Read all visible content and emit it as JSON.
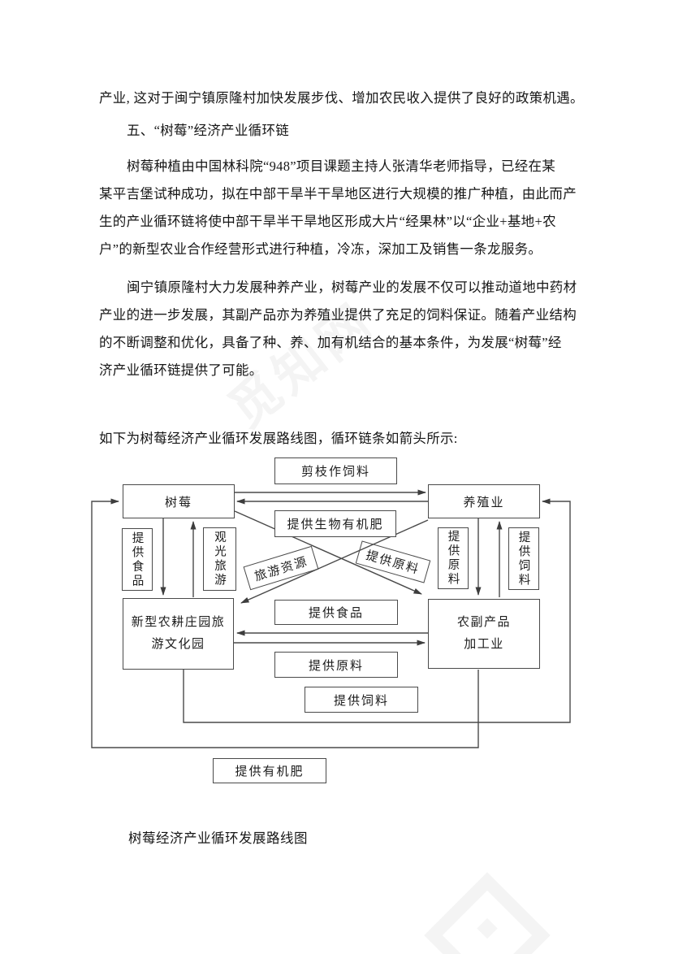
{
  "page": {
    "background": "#ffffff",
    "text_color": "#1c1c1c",
    "line_color": "#4a4a4a"
  },
  "watermark": {
    "text": "觅知网"
  },
  "doc": {
    "lines": [
      "产业, 这对于闽宁镇原隆村加快发展步伐、增加农民收入提供了良好的政策机遇。",
      "五、“树莓”经济产业循环链",
      "树莓种植由中国林科院“948”项目课题主持人张清华老师指导，已经在某",
      "某平吉堡试种成功，拟在中部干旱半干旱地区进行大规模的推广种植，由此而产",
      "生的产业循环链将使中部干旱半干旱地区形成大片“经果林”以“企业+基地+农",
      "户”的新型农业合作经营形式进行种植，冷冻，深加工及销售一条龙服务。",
      "闽宁镇原隆村大力发展种养产业，树莓产业的发展不仅可以推动道地中药材",
      "产业的进一步发展，其副产品亦为养殖业提供了充足的饲料保证。随着产业结构",
      "的不断调整和优化，具备了种、养、加有机结合的基本条件，为发展“树莓”经",
      "济产业循环链提供了可能。",
      "如下为树莓经济产业循环发展路线图，循环链条如箭头所示:"
    ],
    "caption": "树莓经济产业循环发展路线图"
  },
  "diagram": {
    "nodes": {
      "jianzhi": "剪枝作饲料",
      "shumei": "树莓",
      "yangzhiye": "养殖业",
      "shengwu": "提供生物有机肥",
      "shipin_v": "提供食品",
      "guanguang_v": "观光旅游",
      "yuanliao_v": "提供原料",
      "siliao_v": "提供饲料",
      "xinxing1": "新型农耕庄园旅",
      "xinxing2": "游文化园",
      "nongfu1": "农副产品",
      "nongfu2": "加工业",
      "shipin_mid": "提供食品",
      "yuanliao_mid": "提供原料",
      "siliao_mid": "提供饲料",
      "youjifei": "提供有机肥",
      "lvyou": "旅游资源",
      "yuanliao_rot": "提供原料"
    }
  }
}
